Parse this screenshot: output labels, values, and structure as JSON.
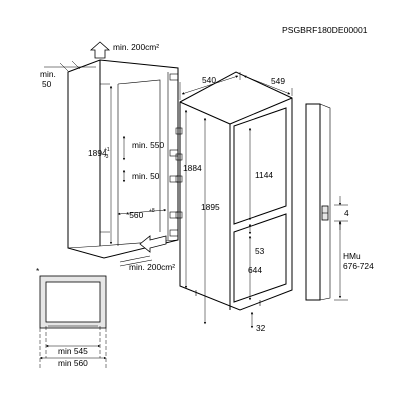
{
  "code": "PSGBRF180DE00001",
  "cabinet": {
    "top_vent": "min. 200cm²",
    "side_gap": "min.",
    "side_gap_value": "50",
    "height": "1894",
    "height_tol_plus": "+1",
    "height_tol_minus": "-3",
    "depth_min": "min. 550",
    "depth_min_50": "min. 50",
    "rail_width": "*560",
    "rail_width_tol": "+8",
    "bottom_vent": "min. 200cm²"
  },
  "appliance": {
    "width_top": "540",
    "depth_total": "549",
    "height_body": "1884",
    "height_total": "1895",
    "freezer_height": "1144",
    "gap": "53",
    "fridge_height": "644",
    "foot_gap": "32"
  },
  "door": {
    "gap": "4",
    "hmu_label": "HMu",
    "hmu_range": "676-724"
  },
  "section": {
    "marker": "*",
    "min_545": "min 545",
    "min_560": "min 560"
  }
}
